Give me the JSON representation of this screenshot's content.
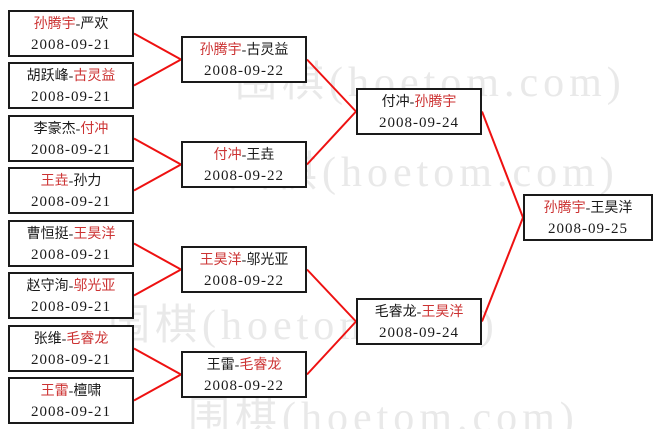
{
  "watermark": {
    "text": "围棋(hoetom.com)",
    "color": "#e9e9e9"
  },
  "colors": {
    "advancing": "#cc3333",
    "normal": "#1a1a1a",
    "line": "#ee1111",
    "box_border": "#1a1a1a",
    "box_bg": "#ffffff"
  },
  "bracket": {
    "rounds": [
      {
        "name": "round-of-16",
        "matches": [
          {
            "player1": "孙腾宇",
            "player1_advancing": true,
            "player2": "严欢",
            "player2_advancing": false,
            "date": "2008-09-21"
          },
          {
            "player1": "胡跃峰",
            "player1_advancing": false,
            "player2": "古灵益",
            "player2_advancing": true,
            "date": "2008-09-21"
          },
          {
            "player1": "李豪杰",
            "player1_advancing": false,
            "player2": "付冲",
            "player2_advancing": true,
            "date": "2008-09-21"
          },
          {
            "player1": "王垚",
            "player1_advancing": true,
            "player2": "孙力",
            "player2_advancing": false,
            "date": "2008-09-21"
          },
          {
            "player1": "曹恒挺",
            "player1_advancing": false,
            "player2": "王昊洋",
            "player2_advancing": true,
            "date": "2008-09-21"
          },
          {
            "player1": "赵守洵",
            "player1_advancing": false,
            "player2": "邬光亚",
            "player2_advancing": true,
            "date": "2008-09-21"
          },
          {
            "player1": "张维",
            "player1_advancing": false,
            "player2": "毛睿龙",
            "player2_advancing": true,
            "date": "2008-09-21"
          },
          {
            "player1": "王雷",
            "player1_advancing": true,
            "player2": "檀啸",
            "player2_advancing": false,
            "date": "2008-09-21"
          }
        ]
      },
      {
        "name": "quarterfinals",
        "matches": [
          {
            "player1": "孙腾宇",
            "player1_advancing": true,
            "player2": "古灵益",
            "player2_advancing": false,
            "date": "2008-09-22"
          },
          {
            "player1": "付冲",
            "player1_advancing": true,
            "player2": "王垚",
            "player2_advancing": false,
            "date": "2008-09-22"
          },
          {
            "player1": "王昊洋",
            "player1_advancing": true,
            "player2": "邬光亚",
            "player2_advancing": false,
            "date": "2008-09-22"
          },
          {
            "player1": "王雷",
            "player1_advancing": false,
            "player2": "毛睿龙",
            "player2_advancing": true,
            "date": "2008-09-22"
          }
        ]
      },
      {
        "name": "semifinals",
        "matches": [
          {
            "player1": "付冲",
            "player1_advancing": false,
            "player2": "孙腾宇",
            "player2_advancing": true,
            "date": "2008-09-24"
          },
          {
            "player1": "毛睿龙",
            "player1_advancing": false,
            "player2": "王昊洋",
            "player2_advancing": true,
            "date": "2008-09-24"
          }
        ]
      },
      {
        "name": "final",
        "matches": [
          {
            "player1": "孙腾宇",
            "player1_advancing": true,
            "player2": "王昊洋",
            "player2_advancing": false,
            "date": "2008-09-25"
          }
        ]
      }
    ]
  }
}
